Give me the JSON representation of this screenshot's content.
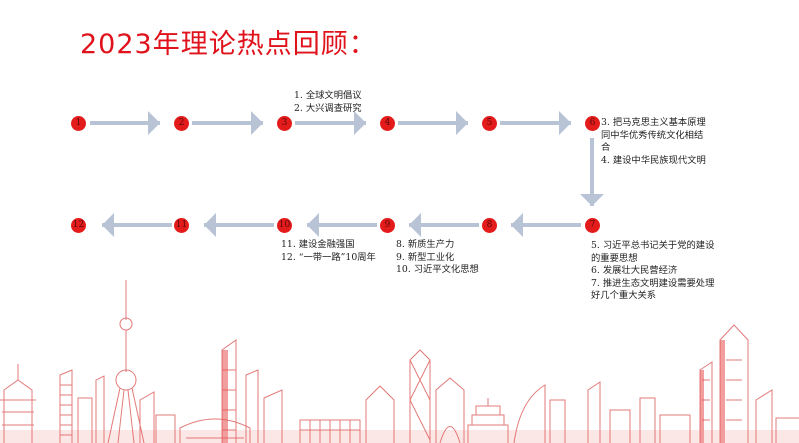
{
  "title": "2023年理论热点回顾：",
  "colors": {
    "accent": "#e0121b",
    "node": "#e31b1b",
    "arrow": "#b8c3d6"
  },
  "nodes": [
    "1",
    "2",
    "3",
    "4",
    "5",
    "6",
    "7",
    "8",
    "9",
    "10",
    "11",
    "12"
  ],
  "notes": {
    "n3": [
      "1. 全球文明倡议",
      "2. 大兴调查研究"
    ],
    "n6": [
      "3. 把马克思主义基本原理",
      "同中华优秀传统文化相结",
      "合",
      "4. 建设中华民族现代文明"
    ],
    "n7": [
      "5. 习近平总书记关于党的建设",
      "的重要思想",
      "6. 发展壮大民营经济",
      "7. 推进生态文明建设需要处理",
      "好几个重大关系"
    ],
    "n9": [
      "8. 新质生产力",
      "9. 新型工业化",
      "10. 习近平文化思想"
    ],
    "n10": [
      "11. 建设金融强国",
      "12. “一带一路”10周年"
    ]
  }
}
